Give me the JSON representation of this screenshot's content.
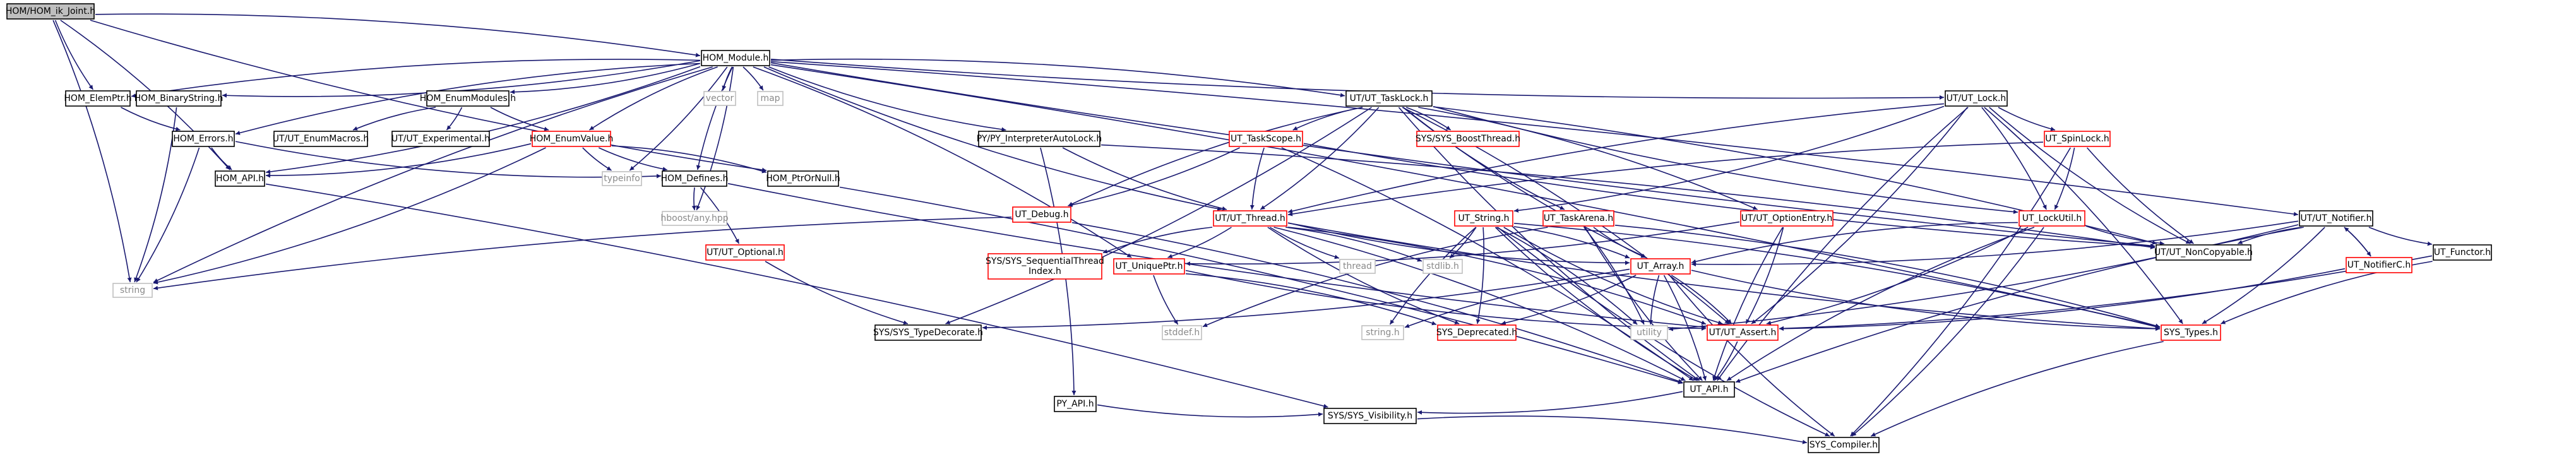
{
  "colors": {
    "edge": "#191970",
    "node_border_black": "#000000",
    "node_border_red": "#ff0000",
    "node_border_gray": "#bfbfbf",
    "root_fill": "#bfbfbf",
    "text_black": "#000000",
    "text_gray": "#8a8a8a"
  },
  "nodes": [
    {
      "id": "root",
      "label": "HOM/HOM_ik_Joint.h",
      "style": "root"
    },
    {
      "id": "hom_module",
      "label": "HOM_Module.h",
      "style": "black"
    },
    {
      "id": "hom_elemptr",
      "label": "HOM_ElemPtr.h",
      "style": "black"
    },
    {
      "id": "hom_binarystring",
      "label": "HOM_BinaryString.h",
      "style": "black"
    },
    {
      "id": "hom_errors",
      "label": "HOM_Errors.h",
      "style": "black"
    },
    {
      "id": "hom_api",
      "label": "HOM_API.h",
      "style": "black"
    },
    {
      "id": "string",
      "label": "string",
      "style": "gray"
    },
    {
      "id": "hom_enummodules",
      "label": "HOM_EnumModules.h",
      "style": "black"
    },
    {
      "id": "ut_enummacros",
      "label": "UT/UT_EnumMacros.h",
      "style": "black"
    },
    {
      "id": "ut_experimental",
      "label": "UT/UT_Experimental.h",
      "style": "black"
    },
    {
      "id": "hom_enumvalue",
      "label": "HOM_EnumValue.h",
      "style": "red"
    },
    {
      "id": "typeinfo",
      "label": "typeinfo",
      "style": "gray"
    },
    {
      "id": "hom_defines",
      "label": "HOM_Defines.h",
      "style": "black"
    },
    {
      "id": "hom_ptrornull",
      "label": "HOM_PtrOrNull.h",
      "style": "black"
    },
    {
      "id": "hboost_any",
      "label": "hboost/any.hpp",
      "style": "gray"
    },
    {
      "id": "ut_optional",
      "label": "UT/UT_Optional.h",
      "style": "red"
    },
    {
      "id": "vector",
      "label": "vector",
      "style": "gray"
    },
    {
      "id": "map",
      "label": "map",
      "style": "gray"
    },
    {
      "id": "py_interpreter",
      "label": "PY/PY_InterpreterAutoLock.h",
      "style": "black"
    },
    {
      "id": "ut_tasklock",
      "label": "UT/UT_TaskLock.h",
      "style": "black"
    },
    {
      "id": "ut_taskscope",
      "label": "UT_TaskScope.h",
      "style": "red"
    },
    {
      "id": "sys_boostthread",
      "label": "SYS/SYS_BoostThread.h",
      "style": "red"
    },
    {
      "id": "ut_debug",
      "label": "UT_Debug.h",
      "style": "red"
    },
    {
      "id": "ut_thread",
      "label": "UT/UT_Thread.h",
      "style": "red"
    },
    {
      "id": "ut_string",
      "label": "UT_String.h",
      "style": "red"
    },
    {
      "id": "ut_taskarena",
      "label": "UT_TaskArena.h",
      "style": "red"
    },
    {
      "id": "ut_optionentry",
      "label": "UT/UT_OptionEntry.h",
      "style": "red"
    },
    {
      "id": "ut_lock",
      "label": "UT/UT_Lock.h",
      "style": "black"
    },
    {
      "id": "ut_spinlock",
      "label": "UT_SpinLock.h",
      "style": "red"
    },
    {
      "id": "ut_lockutil",
      "label": "UT_LockUtil.h",
      "style": "red"
    },
    {
      "id": "ut_noncopyable",
      "label": "UT/UT_NonCopyable.h",
      "style": "black"
    },
    {
      "id": "ut_notifier",
      "label": "UT/UT_Notifier.h",
      "style": "black"
    },
    {
      "id": "ut_notifierc",
      "label": "UT_NotifierC.h",
      "style": "red"
    },
    {
      "id": "ut_functor",
      "label": "UT_Functor.h",
      "style": "black"
    },
    {
      "id": "sys_sequential",
      "label": "SYS/SYS_SequentialThread\nIndex.h",
      "style": "red"
    },
    {
      "id": "ut_uniqueptr",
      "label": "UT_UniquePtr.h",
      "style": "red"
    },
    {
      "id": "thread",
      "label": "thread",
      "style": "gray"
    },
    {
      "id": "stdlib",
      "label": "stdlib.h",
      "style": "gray"
    },
    {
      "id": "ut_array",
      "label": "UT_Array.h",
      "style": "red"
    },
    {
      "id": "sys_typedecorate",
      "label": "SYS/SYS_TypeDecorate.h",
      "style": "black"
    },
    {
      "id": "stddef",
      "label": "stddef.h",
      "style": "gray"
    },
    {
      "id": "string_h",
      "label": "string.h",
      "style": "gray"
    },
    {
      "id": "sys_deprecated",
      "label": "SYS_Deprecated.h",
      "style": "red"
    },
    {
      "id": "utility",
      "label": "utility",
      "style": "gray"
    },
    {
      "id": "ut_assert",
      "label": "UT/UT_Assert.h",
      "style": "red"
    },
    {
      "id": "sys_types",
      "label": "SYS_Types.h",
      "style": "red"
    },
    {
      "id": "ut_api",
      "label": "UT_API.h",
      "style": "black"
    },
    {
      "id": "py_api",
      "label": "PY_API.h",
      "style": "black"
    },
    {
      "id": "sys_visibility",
      "label": "SYS/SYS_Visibility.h",
      "style": "black"
    },
    {
      "id": "sys_compiler",
      "label": "SYS_Compiler.h",
      "style": "black"
    }
  ],
  "edges": [
    [
      "root",
      "hom_module"
    ],
    [
      "root",
      "hom_elemptr"
    ],
    [
      "root",
      "hom_api"
    ],
    [
      "root",
      "hom_ptrornull"
    ],
    [
      "root",
      "string"
    ],
    [
      "hom_module",
      "hom_elemptr"
    ],
    [
      "hom_module",
      "hom_binarystring"
    ],
    [
      "hom_module",
      "hom_errors"
    ],
    [
      "hom_module",
      "hom_api"
    ],
    [
      "hom_module",
      "string"
    ],
    [
      "hom_module",
      "hom_enummodules"
    ],
    [
      "hom_module",
      "hom_enumvalue"
    ],
    [
      "hom_module",
      "typeinfo"
    ],
    [
      "hom_module",
      "hom_defines"
    ],
    [
      "hom_module",
      "hboost_any"
    ],
    [
      "hom_module",
      "vector"
    ],
    [
      "hom_module",
      "map"
    ],
    [
      "hom_module",
      "py_interpreter"
    ],
    [
      "hom_module",
      "ut_tasklock"
    ],
    [
      "hom_module",
      "ut_lock"
    ],
    [
      "hom_module",
      "ut_notifier"
    ],
    [
      "hom_module",
      "ut_thread"
    ],
    [
      "hom_module",
      "ut_uniqueptr"
    ],
    [
      "hom_module",
      "ut_noncopyable"
    ],
    [
      "hom_module",
      "sys_types"
    ],
    [
      "hom_elemptr",
      "hom_errors"
    ],
    [
      "hom_binarystring",
      "string"
    ],
    [
      "hom_errors",
      "hom_api"
    ],
    [
      "hom_errors",
      "string"
    ],
    [
      "hom_errors",
      "hom_defines"
    ],
    [
      "hom_api",
      "sys_visibility"
    ],
    [
      "hom_enummodules",
      "ut_enummacros"
    ],
    [
      "hom_enummodules",
      "ut_experimental"
    ],
    [
      "hom_enummodules",
      "hom_enumvalue"
    ],
    [
      "hom_enumvalue",
      "hom_api"
    ],
    [
      "hom_enumvalue",
      "hom_defines"
    ],
    [
      "hom_enumvalue",
      "string"
    ],
    [
      "hom_enumvalue",
      "typeinfo"
    ],
    [
      "hom_enumvalue",
      "hom_ptrornull"
    ],
    [
      "hom_defines",
      "hboost_any"
    ],
    [
      "hom_defines",
      "ut_optional"
    ],
    [
      "hom_defines",
      "ut_assert"
    ],
    [
      "hom_ptrornull",
      "ut_api"
    ],
    [
      "ut_optional",
      "sys_typedecorate"
    ],
    [
      "py_interpreter",
      "py_api"
    ],
    [
      "py_interpreter",
      "ut_thread"
    ],
    [
      "py_interpreter",
      "ut_noncopyable"
    ],
    [
      "ut_tasklock",
      "ut_taskscope"
    ],
    [
      "ut_tasklock",
      "sys_boostthread"
    ],
    [
      "ut_tasklock",
      "ut_debug"
    ],
    [
      "ut_tasklock",
      "ut_thread"
    ],
    [
      "ut_tasklock",
      "ut_taskarena"
    ],
    [
      "ut_tasklock",
      "ut_optionentry"
    ],
    [
      "ut_tasklock",
      "ut_lockutil"
    ],
    [
      "ut_tasklock",
      "ut_noncopyable"
    ],
    [
      "ut_tasklock",
      "ut_array"
    ],
    [
      "ut_tasklock",
      "ut_assert"
    ],
    [
      "ut_tasklock",
      "ut_api"
    ],
    [
      "ut_tasklock",
      "sys_typedecorate"
    ],
    [
      "ut_taskscope",
      "ut_thread"
    ],
    [
      "ut_taskscope",
      "ut_debug"
    ],
    [
      "ut_taskscope",
      "ut_noncopyable"
    ],
    [
      "ut_taskscope",
      "ut_api"
    ],
    [
      "ut_debug",
      "string"
    ],
    [
      "ut_debug",
      "ut_api"
    ],
    [
      "ut_thread",
      "sys_sequential"
    ],
    [
      "ut_thread",
      "ut_uniqueptr"
    ],
    [
      "ut_thread",
      "thread"
    ],
    [
      "ut_thread",
      "stdlib"
    ],
    [
      "ut_thread",
      "ut_array"
    ],
    [
      "ut_thread",
      "ut_assert"
    ],
    [
      "ut_thread",
      "sys_types"
    ],
    [
      "ut_thread",
      "ut_api"
    ],
    [
      "ut_thread",
      "sys_deprecated"
    ],
    [
      "ut_string",
      "stdlib"
    ],
    [
      "ut_string",
      "string_h"
    ],
    [
      "ut_string",
      "utility"
    ],
    [
      "ut_string",
      "ut_assert"
    ],
    [
      "ut_string",
      "sys_types"
    ],
    [
      "ut_string",
      "ut_api"
    ],
    [
      "ut_string",
      "sys_deprecated"
    ],
    [
      "ut_string",
      "sys_compiler"
    ],
    [
      "ut_string",
      "ut_array"
    ],
    [
      "ut_taskarena",
      "ut_array"
    ],
    [
      "ut_taskarena",
      "utility"
    ],
    [
      "ut_taskarena",
      "ut_api"
    ],
    [
      "ut_taskarena",
      "sys_types"
    ],
    [
      "ut_taskarena",
      "stddef"
    ],
    [
      "ut_optionentry",
      "ut_assert"
    ],
    [
      "ut_optionentry",
      "ut_api"
    ],
    [
      "ut_optionentry",
      "ut_uniqueptr"
    ],
    [
      "ut_lock",
      "ut_spinlock"
    ],
    [
      "ut_lock",
      "ut_lockutil"
    ],
    [
      "ut_lock",
      "ut_noncopyable"
    ],
    [
      "ut_lock",
      "ut_assert"
    ],
    [
      "ut_lock",
      "ut_api"
    ],
    [
      "ut_lock",
      "ut_string"
    ],
    [
      "ut_lock",
      "ut_thread"
    ],
    [
      "ut_lock",
      "sys_types"
    ],
    [
      "ut_spinlock",
      "ut_thread"
    ],
    [
      "ut_spinlock",
      "ut_lockutil"
    ],
    [
      "ut_spinlock",
      "ut_noncopyable"
    ],
    [
      "ut_spinlock",
      "sys_compiler"
    ],
    [
      "ut_lockutil",
      "ut_noncopyable"
    ],
    [
      "ut_lockutil",
      "ut_assert"
    ],
    [
      "ut_lockutil",
      "ut_api"
    ],
    [
      "ut_lockutil",
      "sys_compiler"
    ],
    [
      "ut_lockutil",
      "ut_array"
    ],
    [
      "ut_notifier",
      "ut_notifierc"
    ],
    [
      "ut_notifier",
      "ut_functor"
    ],
    [
      "ut_notifier",
      "ut_array"
    ],
    [
      "ut_notifier",
      "ut_noncopyable"
    ],
    [
      "ut_notifier",
      "sys_types"
    ],
    [
      "ut_notifier",
      "ut_api"
    ],
    [
      "ut_notifier",
      "utility"
    ],
    [
      "ut_notifierc",
      "ut_notifier"
    ],
    [
      "ut_notifierc",
      "ut_assert"
    ],
    [
      "ut_functor",
      "sys_types"
    ],
    [
      "ut_functor",
      "ut_assert"
    ],
    [
      "ut_uniqueptr",
      "stddef"
    ],
    [
      "ut_uniqueptr",
      "sys_deprecated"
    ],
    [
      "ut_uniqueptr",
      "ut_assert"
    ],
    [
      "ut_array",
      "sys_typedecorate"
    ],
    [
      "ut_array",
      "string_h"
    ],
    [
      "ut_array",
      "sys_deprecated"
    ],
    [
      "ut_array",
      "utility"
    ],
    [
      "ut_array",
      "ut_assert"
    ],
    [
      "ut_array",
      "sys_types"
    ],
    [
      "ut_array",
      "ut_api"
    ],
    [
      "ut_array",
      "sys_compiler"
    ],
    [
      "ut_assert",
      "ut_api"
    ],
    [
      "sys_types",
      "sys_compiler"
    ],
    [
      "ut_api",
      "sys_visibility"
    ],
    [
      "py_api",
      "sys_visibility"
    ],
    [
      "sys_visibility",
      "sys_compiler"
    ]
  ]
}
